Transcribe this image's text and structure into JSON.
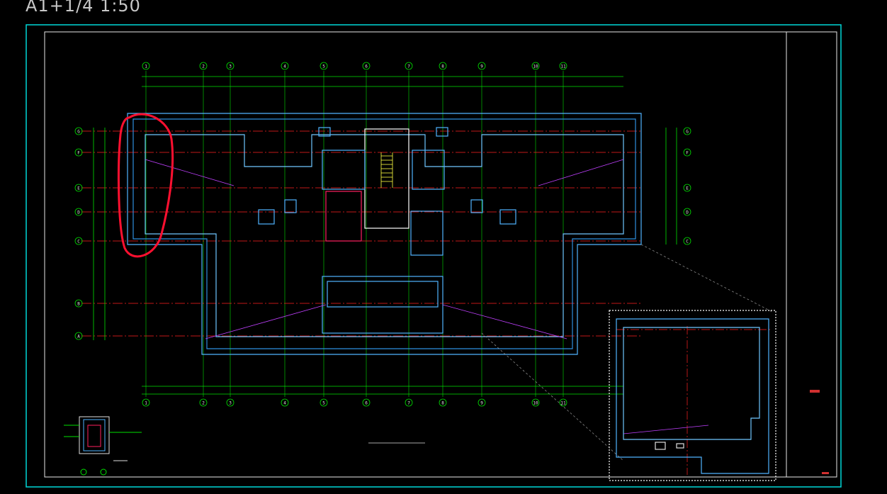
{
  "sheet": {
    "label": "A1+1/4  1:50"
  },
  "grid": {
    "top_axes": [
      "1",
      "2",
      "3",
      "4",
      "5",
      "6",
      "7",
      "8",
      "9",
      "10",
      "11"
    ],
    "left_axes": [
      "G",
      "F",
      "E",
      "D",
      "C",
      "B",
      "A"
    ],
    "right_axes": [
      "G",
      "F",
      "E",
      "D",
      "C"
    ]
  },
  "colors": {
    "background": "#000000",
    "frame": "#00d8d8",
    "axis": "#ff2020",
    "dimension": "#00e000",
    "wall": "#4fb3ff",
    "slope": "#c040ff",
    "stair": "#ffff40",
    "markup": "#ff1030",
    "text": "#e0e0e0"
  },
  "markup": {
    "shape": "freehand-ellipse"
  }
}
